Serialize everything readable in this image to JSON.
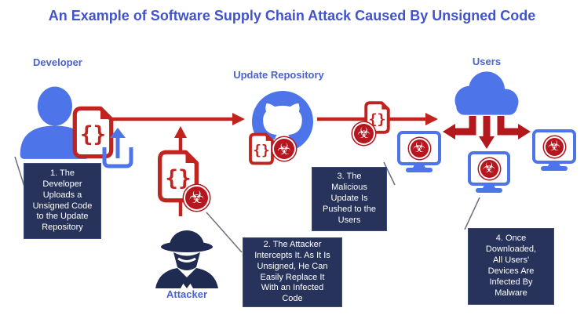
{
  "title": "An Example of Software Supply Chain Attack Caused By Unsigned Code",
  "colors": {
    "heading_blue": "#4353c8",
    "label_blue": "#4a63cd",
    "brand_blue": "#4d74e8",
    "red": "#c2231f",
    "dark_red": "#b3191c",
    "bio_red": "#b6161d",
    "box_navy": "#27335a",
    "spy_navy": "#202b52",
    "leader_grey": "#6b7080"
  },
  "nodes": {
    "developer": {
      "label": "Developer"
    },
    "update_repository": {
      "label": "Update Repository"
    },
    "users": {
      "label": "Users"
    },
    "attacker": {
      "label": "Attacker"
    }
  },
  "steps": [
    {
      "id": "1",
      "text": "1. The\nDeveloper\nUploads a\nUnsigned Code\nto the Update\nRepository"
    },
    {
      "id": "2",
      "text": "2. The Attacker\nIntercepts It. As It Is\nUnsigned, He Can\nEasily Replace It\nWith an Infected\nCode"
    },
    {
      "id": "3",
      "text": "3. The\nMalicious\nUpdate Is\nPushed to the\nUsers"
    },
    {
      "id": "4",
      "text": "4. Once\nDownloaded,\nAll Users'\nDevices Are\nInfected By\nMalware"
    }
  ],
  "icons": {
    "biohazard_glyph": "☣",
    "code_braces_glyph": "{}"
  }
}
